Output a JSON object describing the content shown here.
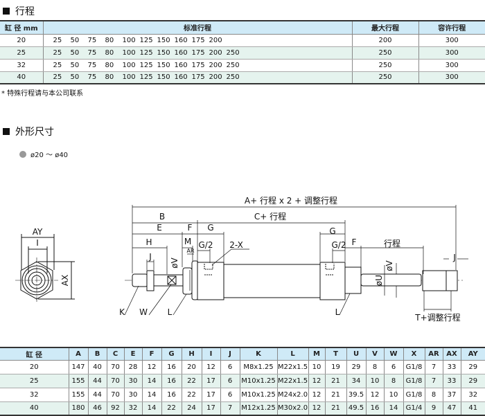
{
  "stroke_section": {
    "title": "行程"
  },
  "stroke_table": {
    "headers": [
      "缸 径 mm",
      "标准行程",
      "最大行程",
      "容许行程"
    ],
    "rows": [
      {
        "bore": "20",
        "standard": [
          "25",
          "50",
          "75",
          "80",
          "100",
          "125",
          "150",
          "160",
          "175",
          "200"
        ],
        "max": "200",
        "allowed": "300"
      },
      {
        "bore": "25",
        "standard": [
          "25",
          "50",
          "75",
          "80",
          "100",
          "125",
          "150",
          "160",
          "175",
          "200",
          "250"
        ],
        "max": "250",
        "allowed": "300"
      },
      {
        "bore": "32",
        "standard": [
          "25",
          "50",
          "75",
          "80",
          "100",
          "125",
          "150",
          "160",
          "175",
          "200",
          "250"
        ],
        "max": "250",
        "allowed": "300"
      },
      {
        "bore": "40",
        "standard": [
          "25",
          "50",
          "75",
          "80",
          "100",
          "125",
          "150",
          "160",
          "175",
          "200",
          "250"
        ],
        "max": "250",
        "allowed": "300"
      }
    ]
  },
  "note": "* 特殊行程请与本公司联系",
  "dimension_section": {
    "title": "外形尺寸",
    "range": "ø20 ～ ø40"
  },
  "drawing": {
    "labels": {
      "A": "A+ 行程 x 2 + 调整行程",
      "B": "B",
      "C": "C+ 行程",
      "E": "E",
      "F": "F",
      "G": "G",
      "G2": "G/2",
      "H": "H",
      "M": "M",
      "AR": "AR",
      "J": "J",
      "X": "2-X",
      "V": "øV",
      "U": "øU",
      "stroke": "行程",
      "T": "T+调整行程",
      "K": "K",
      "W": "W",
      "L": "L",
      "AY": "AY",
      "I": "I",
      "AX": "AX"
    }
  },
  "dim_table": {
    "headers": [
      "缸 径",
      "A",
      "B",
      "C",
      "E",
      "F",
      "G",
      "H",
      "I",
      "J",
      "K",
      "L",
      "M",
      "T",
      "U",
      "V",
      "W",
      "X",
      "AR",
      "AX",
      "AY"
    ],
    "rows": [
      [
        "20",
        "147",
        "40",
        "70",
        "28",
        "12",
        "16",
        "20",
        "12",
        "6",
        "M8x1.25",
        "M22x1.5",
        "10",
        "19",
        "29",
        "8",
        "6",
        "G1/8",
        "7",
        "33",
        "29"
      ],
      [
        "25",
        "155",
        "44",
        "70",
        "30",
        "14",
        "16",
        "22",
        "17",
        "6",
        "M10x1.25",
        "M22x1.5",
        "12",
        "21",
        "34",
        "10",
        "8",
        "G1/8",
        "7",
        "33",
        "29"
      ],
      [
        "32",
        "155",
        "44",
        "70",
        "30",
        "14",
        "16",
        "22",
        "17",
        "6",
        "M10x1.25",
        "M24x2.0",
        "12",
        "21",
        "39.5",
        "12",
        "10",
        "G1/8",
        "8",
        "37",
        "32"
      ],
      [
        "40",
        "180",
        "46",
        "92",
        "32",
        "14",
        "22",
        "24",
        "17",
        "7",
        "M12x1.25",
        "M30x2.0",
        "12",
        "21",
        "49.5",
        "16",
        "14",
        "G1/4",
        "9",
        "47",
        "41"
      ]
    ]
  }
}
